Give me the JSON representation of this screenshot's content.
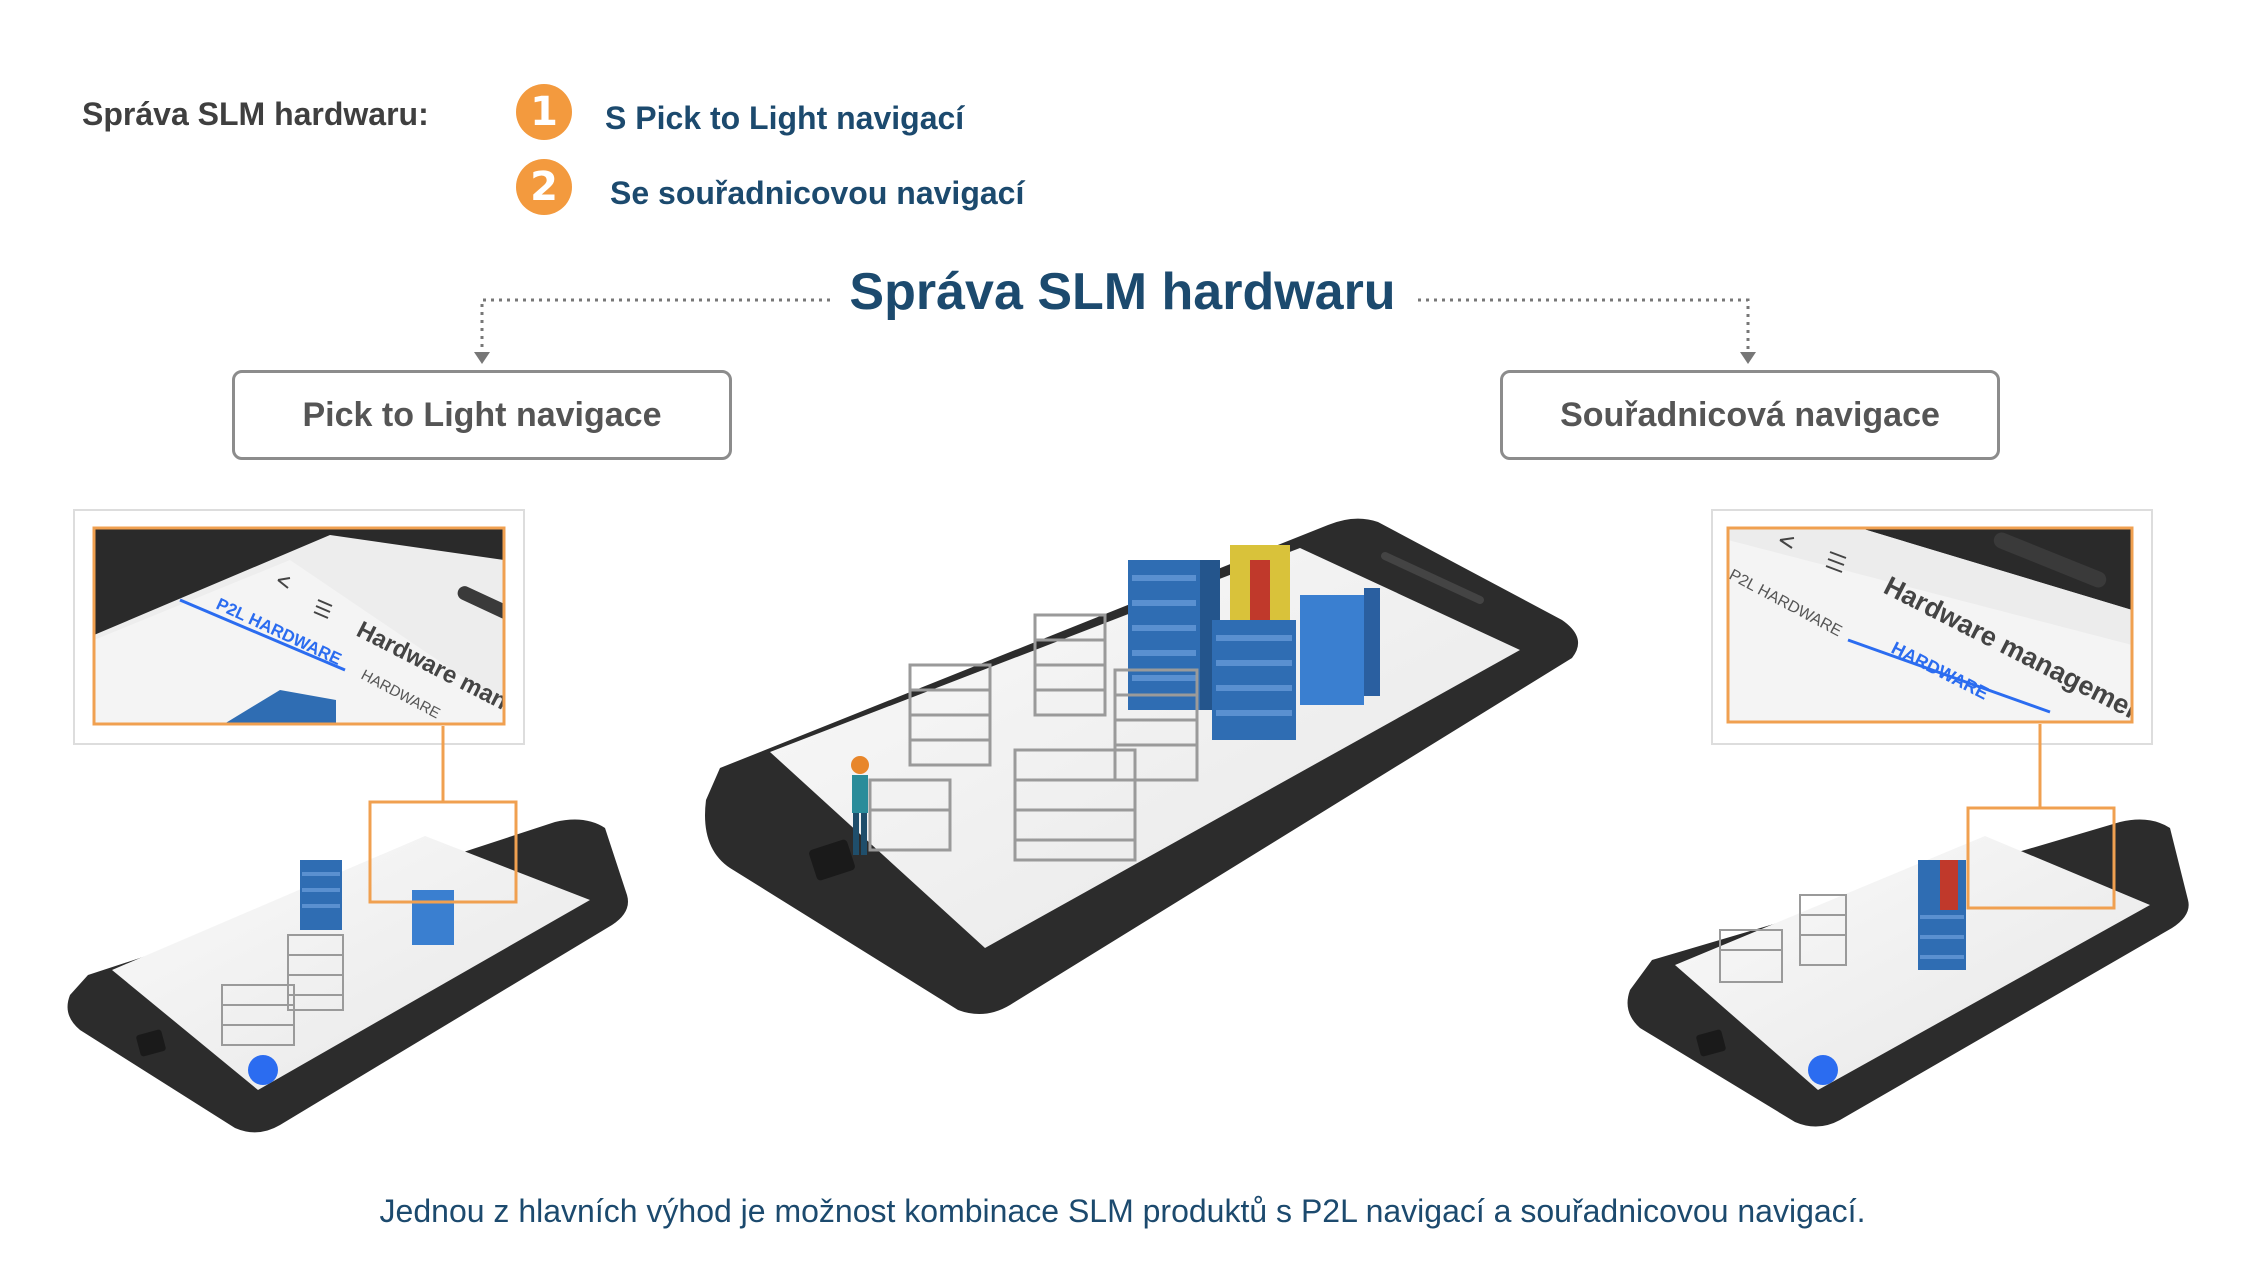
{
  "intro": {
    "label": "Správa SLM hardwaru:",
    "items": [
      {
        "number": "1",
        "text": "S Pick to Light navigací"
      },
      {
        "number": "2",
        "text": "Se souřadnicovou navigací"
      }
    ]
  },
  "title": "Správa SLM hardwaru",
  "left_box": {
    "label": "Pick to Light navigace"
  },
  "right_box": {
    "label": "Souřadnicová navigace"
  },
  "left_zoom": {
    "header": "Hardware management",
    "tab_active": "P2L HARDWARE",
    "tab_other": "HARDWARE"
  },
  "right_zoom": {
    "header": "Hardware management",
    "tab_active": "HARDWARE",
    "tab_other": "P2L HARDWARE"
  },
  "footer": "Jednou z hlavních výhod je možnost kombinace SLM produktů s P2L navigací a souřadnicovou navigací.",
  "colors": {
    "accent_orange": "#f39a3e",
    "title_blue": "#1c4a6e",
    "zoom_frame": "#f0a050",
    "device_dark": "#2f2f2f",
    "shelf_blue": "#2f6db3",
    "fab_blue": "#2b6cf0"
  }
}
